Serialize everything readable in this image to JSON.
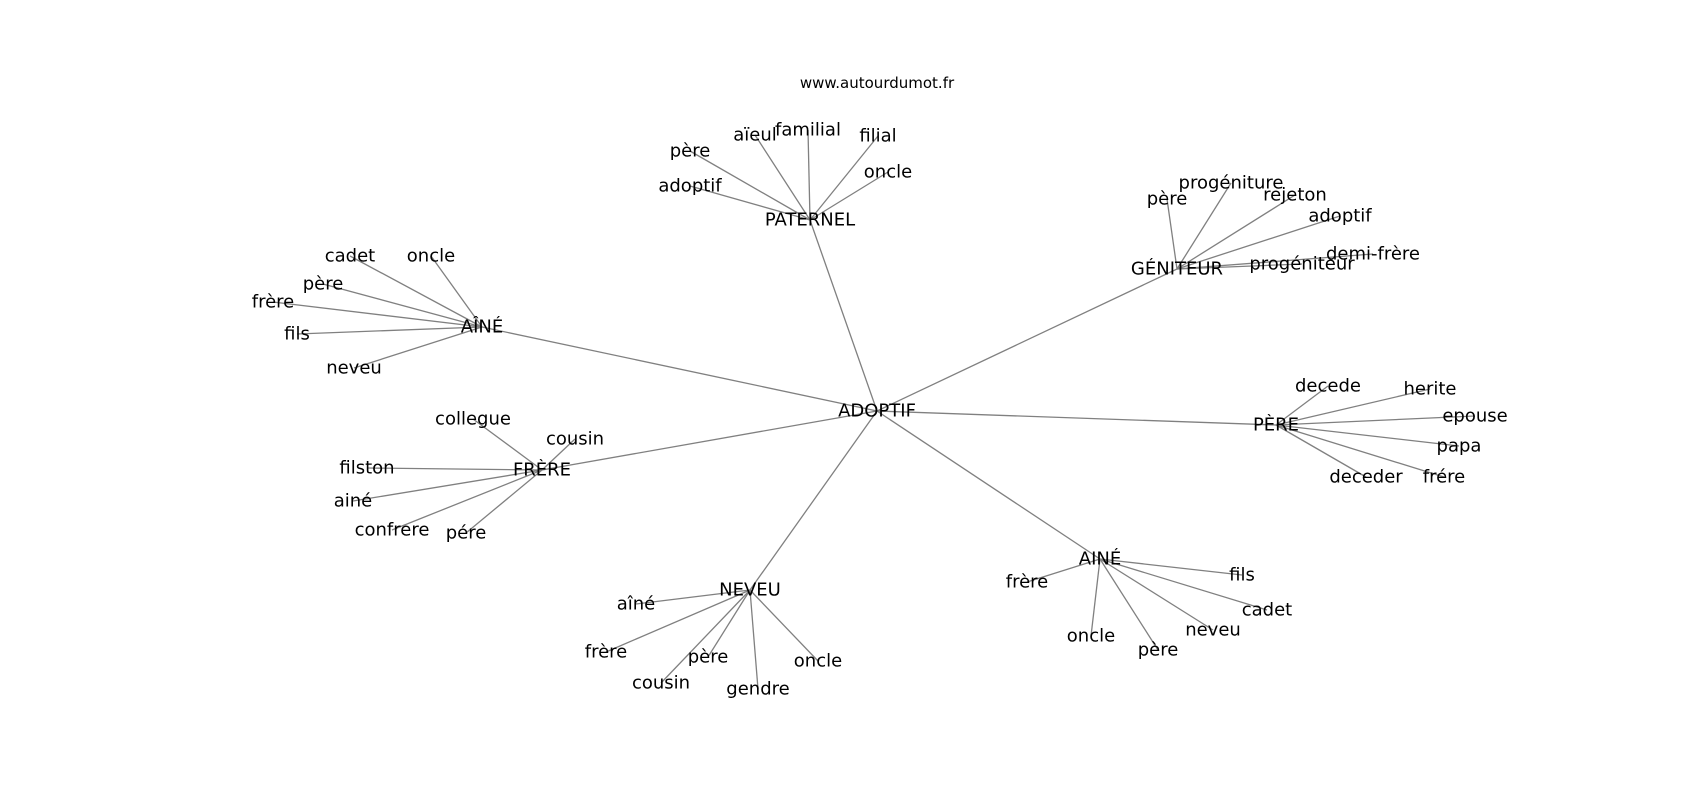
{
  "site_label": "www.autourdumot.fr",
  "center": "ADOPTIF",
  "clusters": [
    {
      "hub": "PATERNEL",
      "leaves": [
        "père",
        "aïeul",
        "familial",
        "filial",
        "oncle",
        "adoptif"
      ]
    },
    {
      "hub": "GÉNITEUR",
      "leaves": [
        "père",
        "progéniture",
        "rejeton",
        "adoptif",
        "demi-frère",
        "progéniteur"
      ]
    },
    {
      "hub": "AÎNÉ",
      "leaves": [
        "cadet",
        "oncle",
        "père",
        "frère",
        "fils",
        "neveu"
      ]
    },
    {
      "hub": "PÈRE",
      "leaves": [
        "decede",
        "herite",
        "epouse",
        "papa",
        "frére",
        "deceder"
      ]
    },
    {
      "hub": "FRÈRE",
      "leaves": [
        "collegue",
        "cousin",
        "filston",
        "ainé",
        "confrere",
        "pére"
      ]
    },
    {
      "hub": "AINÉ",
      "leaves": [
        "frère",
        "fils",
        "cadet",
        "neveu",
        "père",
        "oncle"
      ]
    },
    {
      "hub": "NEVEU",
      "leaves": [
        "aîné",
        "frère",
        "père",
        "cousin",
        "gendre",
        "oncle"
      ]
    }
  ]
}
